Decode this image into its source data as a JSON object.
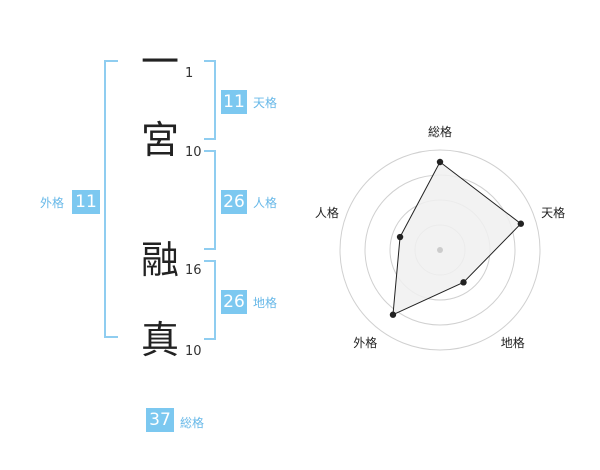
{
  "name": {
    "chars": [
      {
        "char": "一",
        "strokes": "1"
      },
      {
        "char": "宮",
        "strokes": "10"
      },
      {
        "char": "融",
        "strokes": "16"
      },
      {
        "char": "真",
        "strokes": "10"
      }
    ]
  },
  "fortunes": {
    "tenkaku": {
      "value": "11",
      "label": "天格"
    },
    "jinkaku": {
      "value": "26",
      "label": "人格"
    },
    "chikaku": {
      "value": "26",
      "label": "地格"
    },
    "gaikaku": {
      "value": "11",
      "label": "外格"
    },
    "soukaku": {
      "value": "37",
      "label": "総格"
    }
  },
  "chart_data": {
    "type": "radar",
    "axes": [
      "総格",
      "天格",
      "地格",
      "外格",
      "人格"
    ],
    "values": [
      0.88,
      0.85,
      0.4,
      0.8,
      0.42
    ],
    "max": 1,
    "rings": 4,
    "colors": {
      "fill": "#f0f0f0",
      "line": "#222222",
      "grid": "#d0d0d0",
      "center": "#cccccc"
    }
  }
}
